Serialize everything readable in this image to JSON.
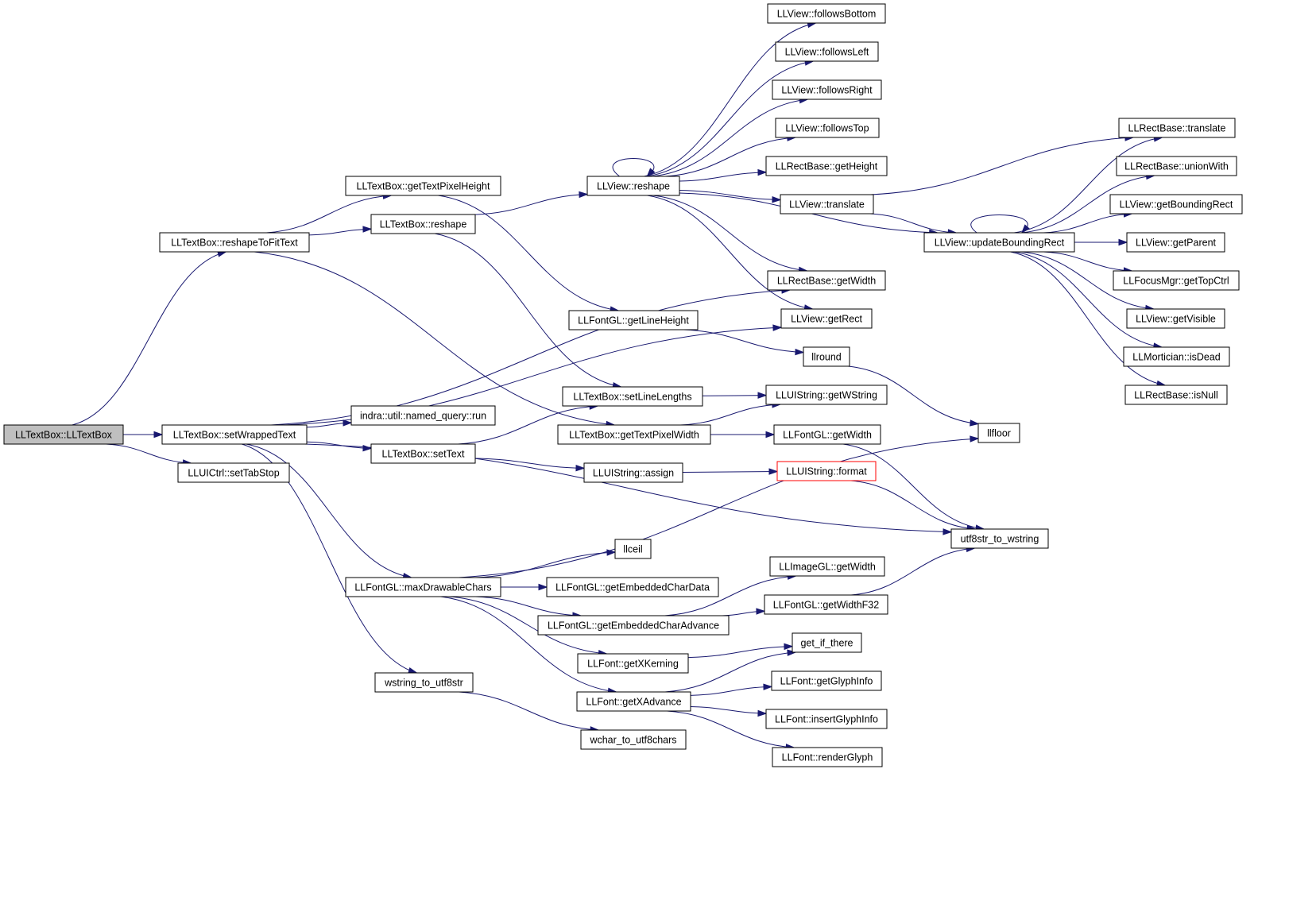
{
  "graph": {
    "edge_color": "#191970",
    "root_fill": "#bfbfbf",
    "truncated_border": "#ff0000",
    "nodes": [
      {
        "id": "n_root",
        "label": "LLTextBox::LLTextBox",
        "root": true
      },
      {
        "id": "n_setwrap",
        "label": "LLTextBox::setWrappedText"
      },
      {
        "id": "n_reshapefit",
        "label": "LLTextBox::reshapeToFitText"
      },
      {
        "id": "n_tabstop",
        "label": "LLUICtrl::setTabStop"
      },
      {
        "id": "n_gettph",
        "label": "LLTextBox::getTextPixelHeight"
      },
      {
        "id": "n_tbreshape",
        "label": "LLTextBox::reshape"
      },
      {
        "id": "n_nqrun",
        "label": "indra::util::named_query::run"
      },
      {
        "id": "n_settext",
        "label": "LLTextBox::setText"
      },
      {
        "id": "n_maxdc",
        "label": "LLFontGL::maxDrawableChars"
      },
      {
        "id": "n_ws2u8",
        "label": "wstring_to_utf8str"
      },
      {
        "id": "n_vreshape",
        "label": "LLView::reshape"
      },
      {
        "id": "n_lineheight",
        "label": "LLFontGL::getLineHeight"
      },
      {
        "id": "n_setll",
        "label": "LLTextBox::setLineLengths"
      },
      {
        "id": "n_gettpw",
        "label": "LLTextBox::getTextPixelWidth"
      },
      {
        "id": "n_assign",
        "label": "LLUIString::assign"
      },
      {
        "id": "n_llceil",
        "label": "llceil"
      },
      {
        "id": "n_embdata",
        "label": "LLFontGL::getEmbeddedCharData"
      },
      {
        "id": "n_embadv",
        "label": "LLFontGL::getEmbeddedCharAdvance"
      },
      {
        "id": "n_xkern",
        "label": "LLFont::getXKerning"
      },
      {
        "id": "n_xadv",
        "label": "LLFont::getXAdvance"
      },
      {
        "id": "n_wc2u8",
        "label": "wchar_to_utf8chars"
      },
      {
        "id": "n_fbottom",
        "label": "LLView::followsBottom"
      },
      {
        "id": "n_fleft",
        "label": "LLView::followsLeft"
      },
      {
        "id": "n_fright",
        "label": "LLView::followsRight"
      },
      {
        "id": "n_ftop",
        "label": "LLView::followsTop"
      },
      {
        "id": "n_rgetheight",
        "label": "LLRectBase::getHeight"
      },
      {
        "id": "n_vtranslate",
        "label": "LLView::translate"
      },
      {
        "id": "n_rgetwidth",
        "label": "LLRectBase::getWidth"
      },
      {
        "id": "n_getrect",
        "label": "LLView::getRect"
      },
      {
        "id": "n_llround",
        "label": "llround"
      },
      {
        "id": "n_getwstring",
        "label": "LLUIString::getWString"
      },
      {
        "id": "n_fontgetwidth",
        "label": "LLFontGL::getWidth"
      },
      {
        "id": "n_format",
        "label": "LLUIString::format",
        "truncated": true
      },
      {
        "id": "n_imggetwidth",
        "label": "LLImageGL::getWidth"
      },
      {
        "id": "n_widthf32",
        "label": "LLFontGL::getWidthF32"
      },
      {
        "id": "n_getifthere",
        "label": "get_if_there"
      },
      {
        "id": "n_glyphinfo",
        "label": "LLFont::getGlyphInfo"
      },
      {
        "id": "n_insertglyph",
        "label": "LLFont::insertGlyphInfo"
      },
      {
        "id": "n_renderglyph",
        "label": "LLFont::renderGlyph"
      },
      {
        "id": "n_updbr",
        "label": "LLView::updateBoundingRect"
      },
      {
        "id": "n_llfloor",
        "label": "llfloor"
      },
      {
        "id": "n_u82ws",
        "label": "utf8str_to_wstring"
      },
      {
        "id": "n_rtranslate",
        "label": "LLRectBase::translate"
      },
      {
        "id": "n_unionwith",
        "label": "LLRectBase::unionWith"
      },
      {
        "id": "n_getbr",
        "label": "LLView::getBoundingRect"
      },
      {
        "id": "n_getparent",
        "label": "LLView::getParent"
      },
      {
        "id": "n_gettopctrl",
        "label": "LLFocusMgr::getTopCtrl"
      },
      {
        "id": "n_getvisible",
        "label": "LLView::getVisible"
      },
      {
        "id": "n_isdead",
        "label": "LLMortician::isDead"
      },
      {
        "id": "n_isnull",
        "label": "LLRectBase::isNull"
      }
    ],
    "edges": [
      [
        "n_root",
        "n_setwrap"
      ],
      [
        "n_root",
        "n_reshapefit"
      ],
      [
        "n_root",
        "n_tabstop"
      ],
      [
        "n_reshapefit",
        "n_gettph"
      ],
      [
        "n_reshapefit",
        "n_tbreshape"
      ],
      [
        "n_reshapefit",
        "n_gettpw"
      ],
      [
        "n_gettph",
        "n_lineheight"
      ],
      [
        "n_tbreshape",
        "n_vreshape"
      ],
      [
        "n_tbreshape",
        "n_setll"
      ],
      [
        "n_setwrap",
        "n_nqrun"
      ],
      [
        "n_setwrap",
        "n_settext"
      ],
      [
        "n_setwrap",
        "n_maxdc"
      ],
      [
        "n_setwrap",
        "n_ws2u8"
      ],
      [
        "n_setwrap",
        "n_rgetwidth"
      ],
      [
        "n_setwrap",
        "n_getrect"
      ],
      [
        "n_setwrap",
        "n_u82ws"
      ],
      [
        "n_settext",
        "n_setll"
      ],
      [
        "n_settext",
        "n_assign"
      ],
      [
        "n_vreshape",
        "n_vreshape"
      ],
      [
        "n_vreshape",
        "n_fbottom"
      ],
      [
        "n_vreshape",
        "n_fleft"
      ],
      [
        "n_vreshape",
        "n_fright"
      ],
      [
        "n_vreshape",
        "n_ftop"
      ],
      [
        "n_vreshape",
        "n_rgetheight"
      ],
      [
        "n_vreshape",
        "n_vtranslate"
      ],
      [
        "n_vreshape",
        "n_updbr"
      ],
      [
        "n_vreshape",
        "n_rgetwidth"
      ],
      [
        "n_vreshape",
        "n_getrect"
      ],
      [
        "n_vtranslate",
        "n_rtranslate"
      ],
      [
        "n_vtranslate",
        "n_updbr"
      ],
      [
        "n_updbr",
        "n_updbr"
      ],
      [
        "n_updbr",
        "n_rtranslate"
      ],
      [
        "n_updbr",
        "n_unionwith"
      ],
      [
        "n_updbr",
        "n_getbr"
      ],
      [
        "n_updbr",
        "n_getparent"
      ],
      [
        "n_updbr",
        "n_gettopctrl"
      ],
      [
        "n_updbr",
        "n_getvisible"
      ],
      [
        "n_updbr",
        "n_isdead"
      ],
      [
        "n_updbr",
        "n_isnull"
      ],
      [
        "n_lineheight",
        "n_llround"
      ],
      [
        "n_llround",
        "n_llfloor"
      ],
      [
        "n_setll",
        "n_getwstring"
      ],
      [
        "n_gettpw",
        "n_getwstring"
      ],
      [
        "n_gettpw",
        "n_fontgetwidth"
      ],
      [
        "n_fontgetwidth",
        "n_u82ws"
      ],
      [
        "n_assign",
        "n_format"
      ],
      [
        "n_format",
        "n_u82ws"
      ],
      [
        "n_maxdc",
        "n_llfloor"
      ],
      [
        "n_maxdc",
        "n_llceil"
      ],
      [
        "n_maxdc",
        "n_embdata"
      ],
      [
        "n_maxdc",
        "n_embadv"
      ],
      [
        "n_maxdc",
        "n_xkern"
      ],
      [
        "n_maxdc",
        "n_xadv"
      ],
      [
        "n_embadv",
        "n_imggetwidth"
      ],
      [
        "n_embadv",
        "n_widthf32"
      ],
      [
        "n_widthf32",
        "n_u82ws"
      ],
      [
        "n_xkern",
        "n_getifthere"
      ],
      [
        "n_xadv",
        "n_getifthere"
      ],
      [
        "n_xadv",
        "n_glyphinfo"
      ],
      [
        "n_xadv",
        "n_insertglyph"
      ],
      [
        "n_xadv",
        "n_renderglyph"
      ],
      [
        "n_ws2u8",
        "n_wc2u8"
      ]
    ]
  }
}
